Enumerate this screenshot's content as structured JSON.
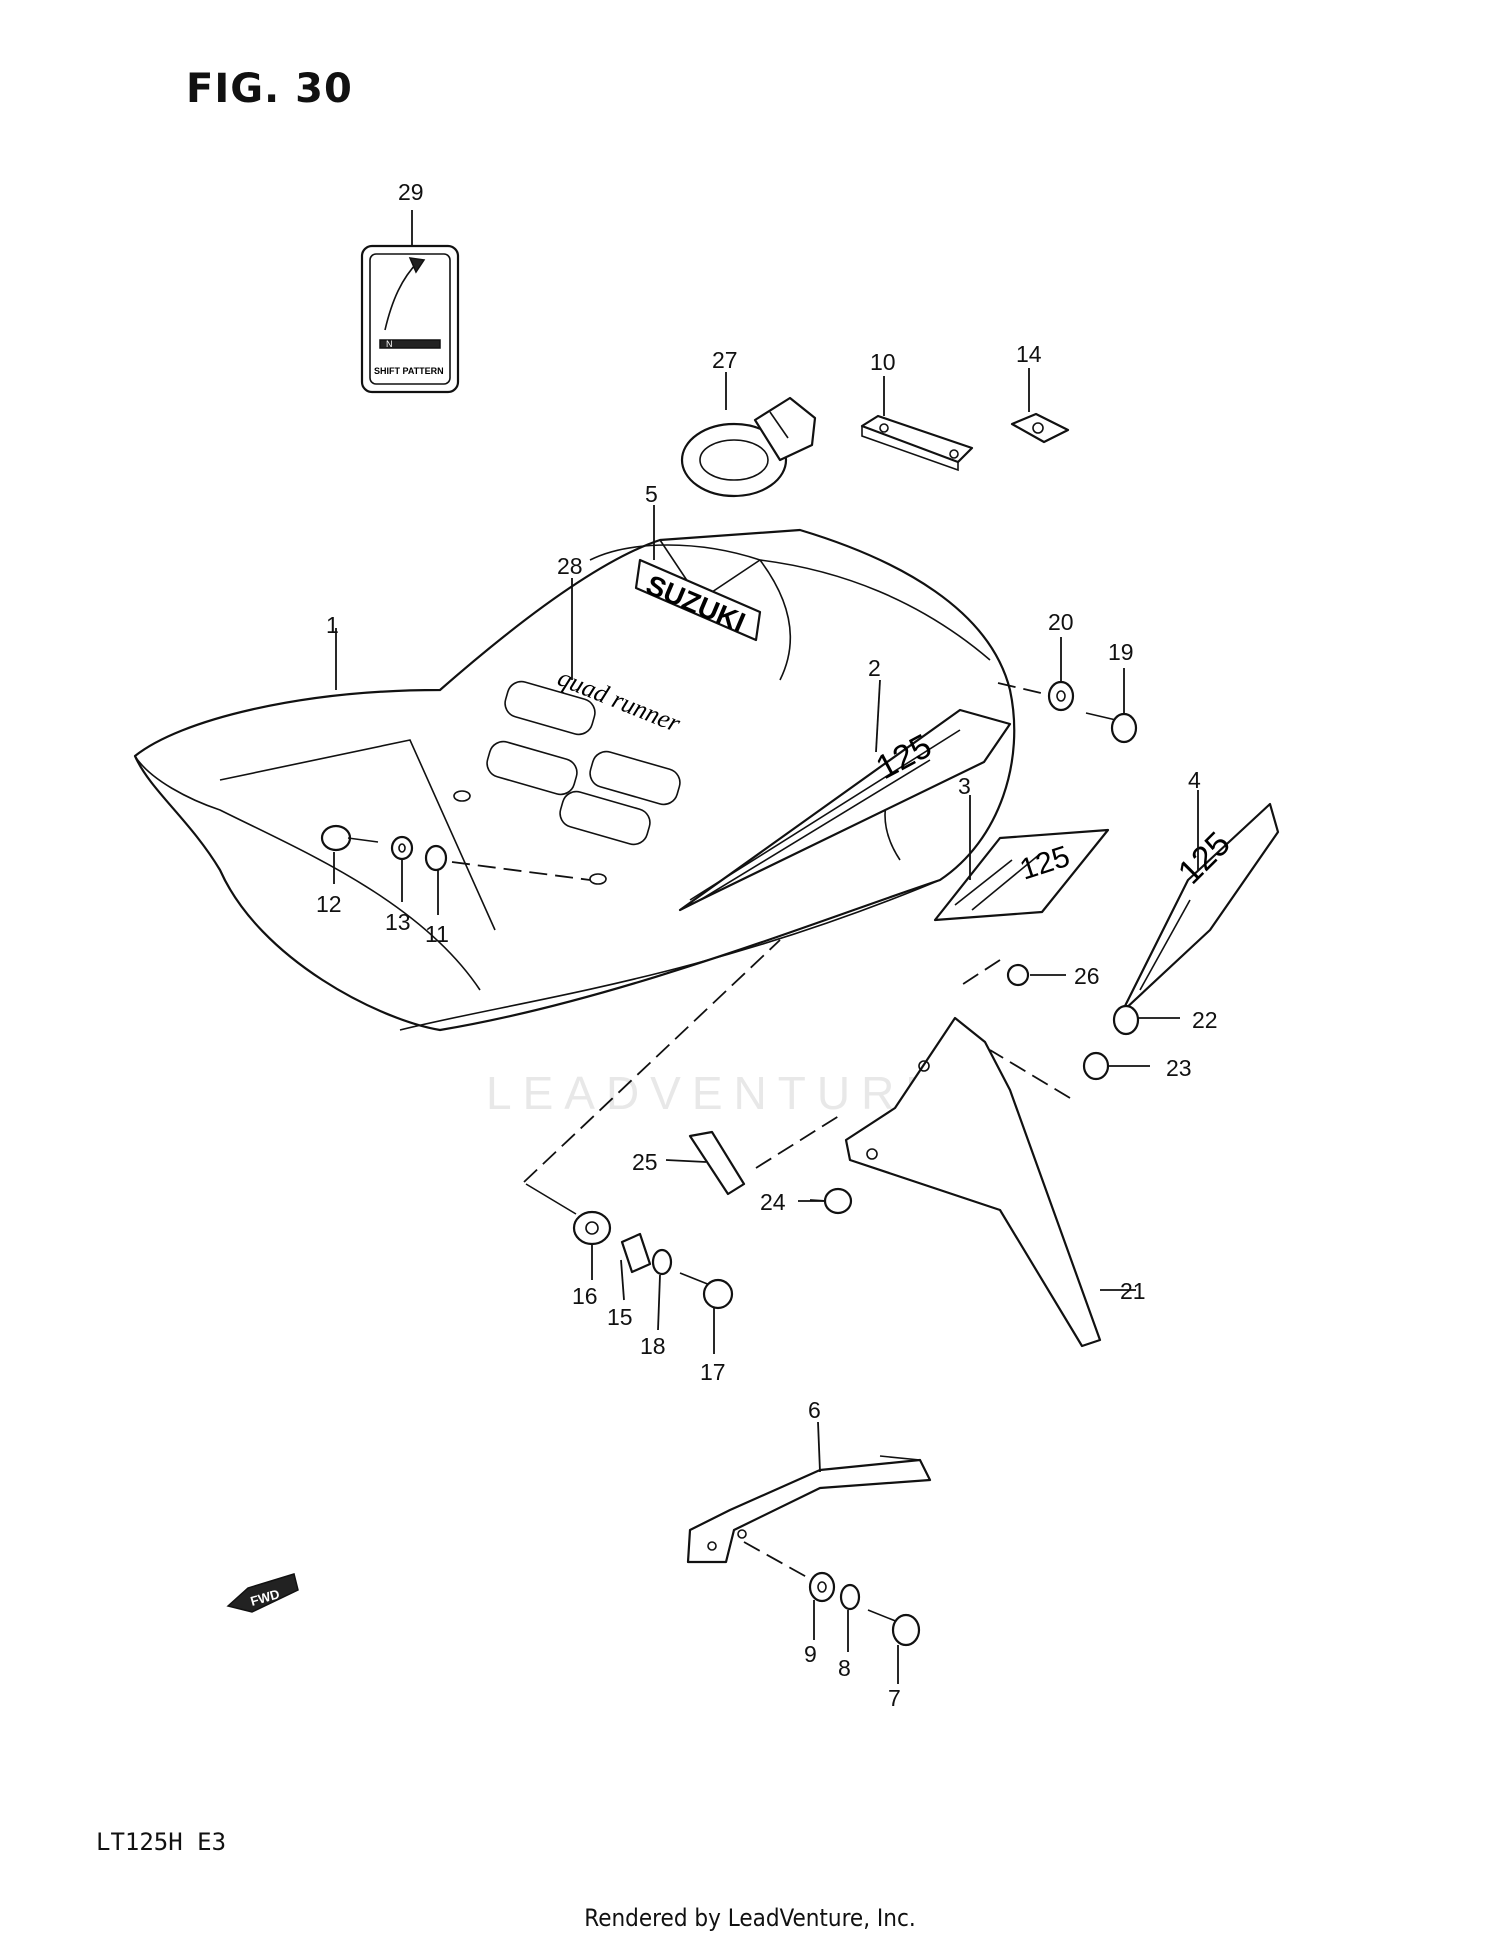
{
  "figure": {
    "title": "FIG. 30",
    "model": "LT125H E3"
  },
  "footer": {
    "rendered_by": "Rendered by LeadVenture, Inc."
  },
  "watermark": {
    "text": "LEADVENTURE"
  },
  "decals": {
    "suzuki": "SUZUKI",
    "quad_runner": "quad runner",
    "number_125": "125",
    "shift_pattern": "SHIFT PATTERN",
    "shift_n": "N",
    "fwd": "FWD"
  },
  "callouts": [
    "1",
    "2",
    "3",
    "4",
    "5",
    "6",
    "7",
    "8",
    "9",
    "10",
    "11",
    "12",
    "13",
    "14",
    "15",
    "16",
    "17",
    "18",
    "19",
    "20",
    "21",
    "22",
    "23",
    "24",
    "25",
    "26",
    "27",
    "28",
    "29"
  ]
}
